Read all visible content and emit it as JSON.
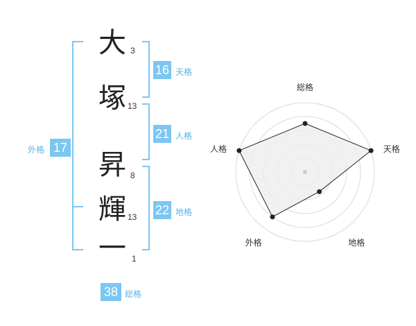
{
  "name": {
    "characters": [
      {
        "char": "大",
        "strokes": "3"
      },
      {
        "char": "塚",
        "strokes": "13"
      },
      {
        "char": "昇",
        "strokes": "8"
      },
      {
        "char": "輝",
        "strokes": "13"
      },
      {
        "char": "一",
        "strokes": "1"
      }
    ]
  },
  "kaku": {
    "tenkaku": {
      "value": "16",
      "label": "天格"
    },
    "jinkaku": {
      "value": "21",
      "label": "人格"
    },
    "chikaku": {
      "value": "22",
      "label": "地格"
    },
    "gaikaku": {
      "value": "17",
      "label": "外格"
    },
    "soukaku": {
      "value": "38",
      "label": "総格"
    }
  },
  "colors": {
    "bracket": "#7cc6f2",
    "badge": "#7cc6f2",
    "badge_text": "#ffffff",
    "radar_fill": "#eeeeee",
    "radar_ring": "#d9d9d9",
    "radar_line": "#222222"
  },
  "chart_data": {
    "type": "radar",
    "axes": [
      "総格",
      "天格",
      "地格",
      "外格",
      "人格"
    ],
    "values": [
      0.7,
      1.0,
      0.35,
      0.8,
      1.0
    ],
    "max": 1.0,
    "rings": 5
  }
}
